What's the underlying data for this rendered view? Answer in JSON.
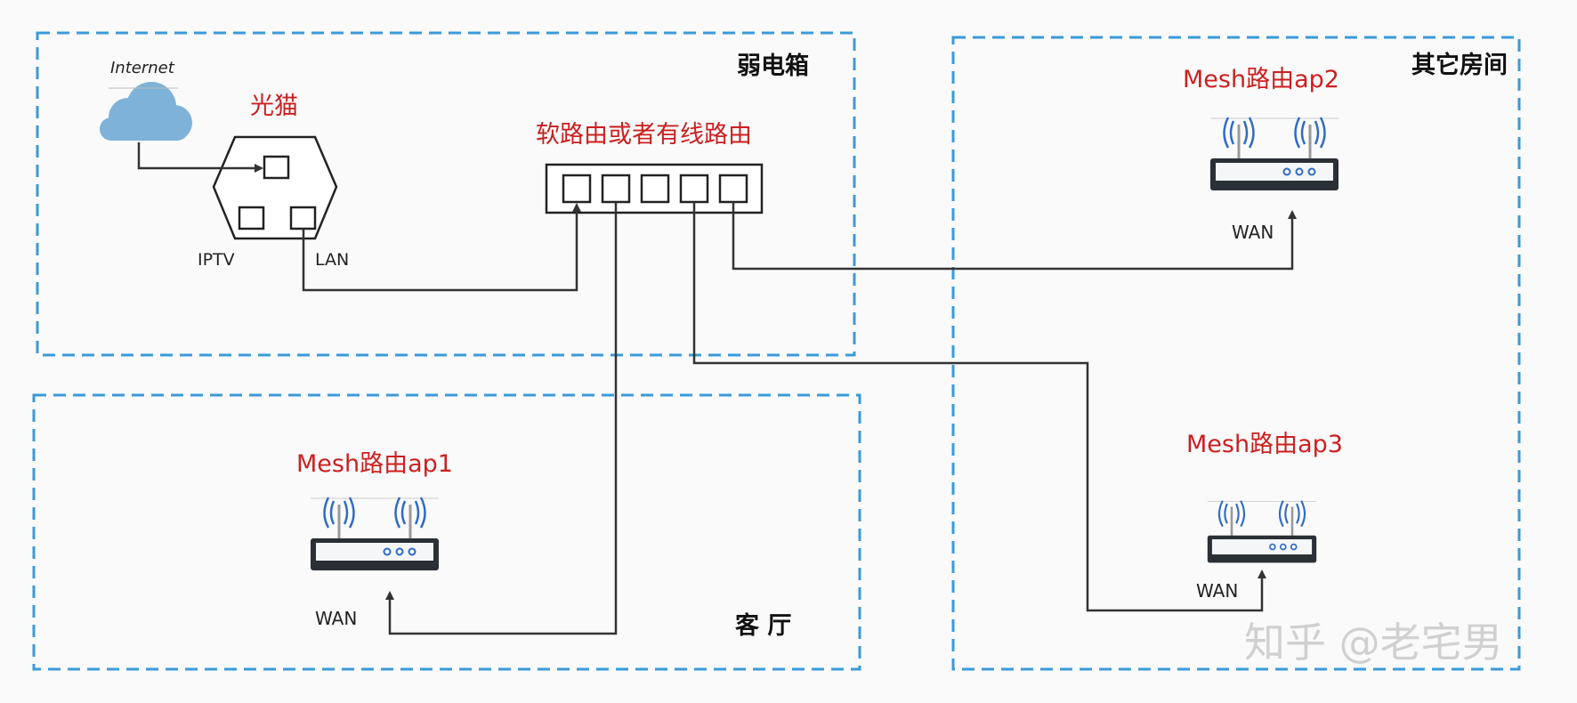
{
  "zones": {
    "weak_box": "弱电箱",
    "other_rooms": "其它房间",
    "living_room": "客 厅"
  },
  "devices": {
    "internet": "Internet",
    "modem": "光猫",
    "iptv": "IPTV",
    "lan": "LAN",
    "router": "软路由或者有线路由",
    "ap1": "Mesh路由ap1",
    "ap2": "Mesh路由ap2",
    "ap3": "Mesh路由ap3",
    "wan": "WAN"
  },
  "watermark": "知乎 @老宅男",
  "colors": {
    "zone_border": "#3a9ad9",
    "device_label": "#cc1f1f",
    "cloud": "#7fb2d8",
    "line": "#333333",
    "wifi": "#2f6bc4"
  }
}
